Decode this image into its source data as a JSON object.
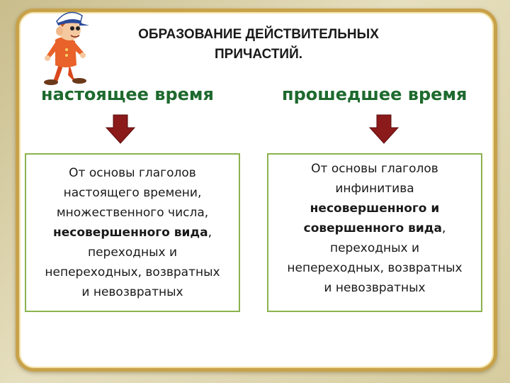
{
  "title": {
    "line1": "ОБРАЗОВАНИЕ ДЕЙСТВИТЕЛЬНЫХ",
    "line2": "ПРИЧАСТИЙ."
  },
  "columns": [
    {
      "heading": "настоящее время",
      "lines": {
        "l1": "От основы глаголов",
        "l2": "настоящего времени,",
        "l3": "множественного числа,",
        "l4_bold": "несовершенного вида",
        "l4_tail": ",",
        "l5": "переходных и",
        "l6": "непереходных, возвратных",
        "l7": "и невозвратных"
      }
    },
    {
      "heading": "прошедшее время",
      "lines": {
        "l1": "От основы глаголов",
        "l2": "инфинитива",
        "l3_bold": "несовершенного и",
        "l4_bold": "совершенного вида",
        "l4_tail": ",",
        "l5": "переходных и",
        "l6": "непереходных, возвратных",
        "l7": "и невозвратных"
      }
    }
  ],
  "colors": {
    "heading": "#1e6a2e",
    "arrow": "#8b1a1a",
    "box_border": "#8bb34e",
    "frame": "#c8a24a"
  },
  "icons": {
    "arrow": "down-arrow-icon",
    "mascot": "cartoon-boy-mascot"
  }
}
